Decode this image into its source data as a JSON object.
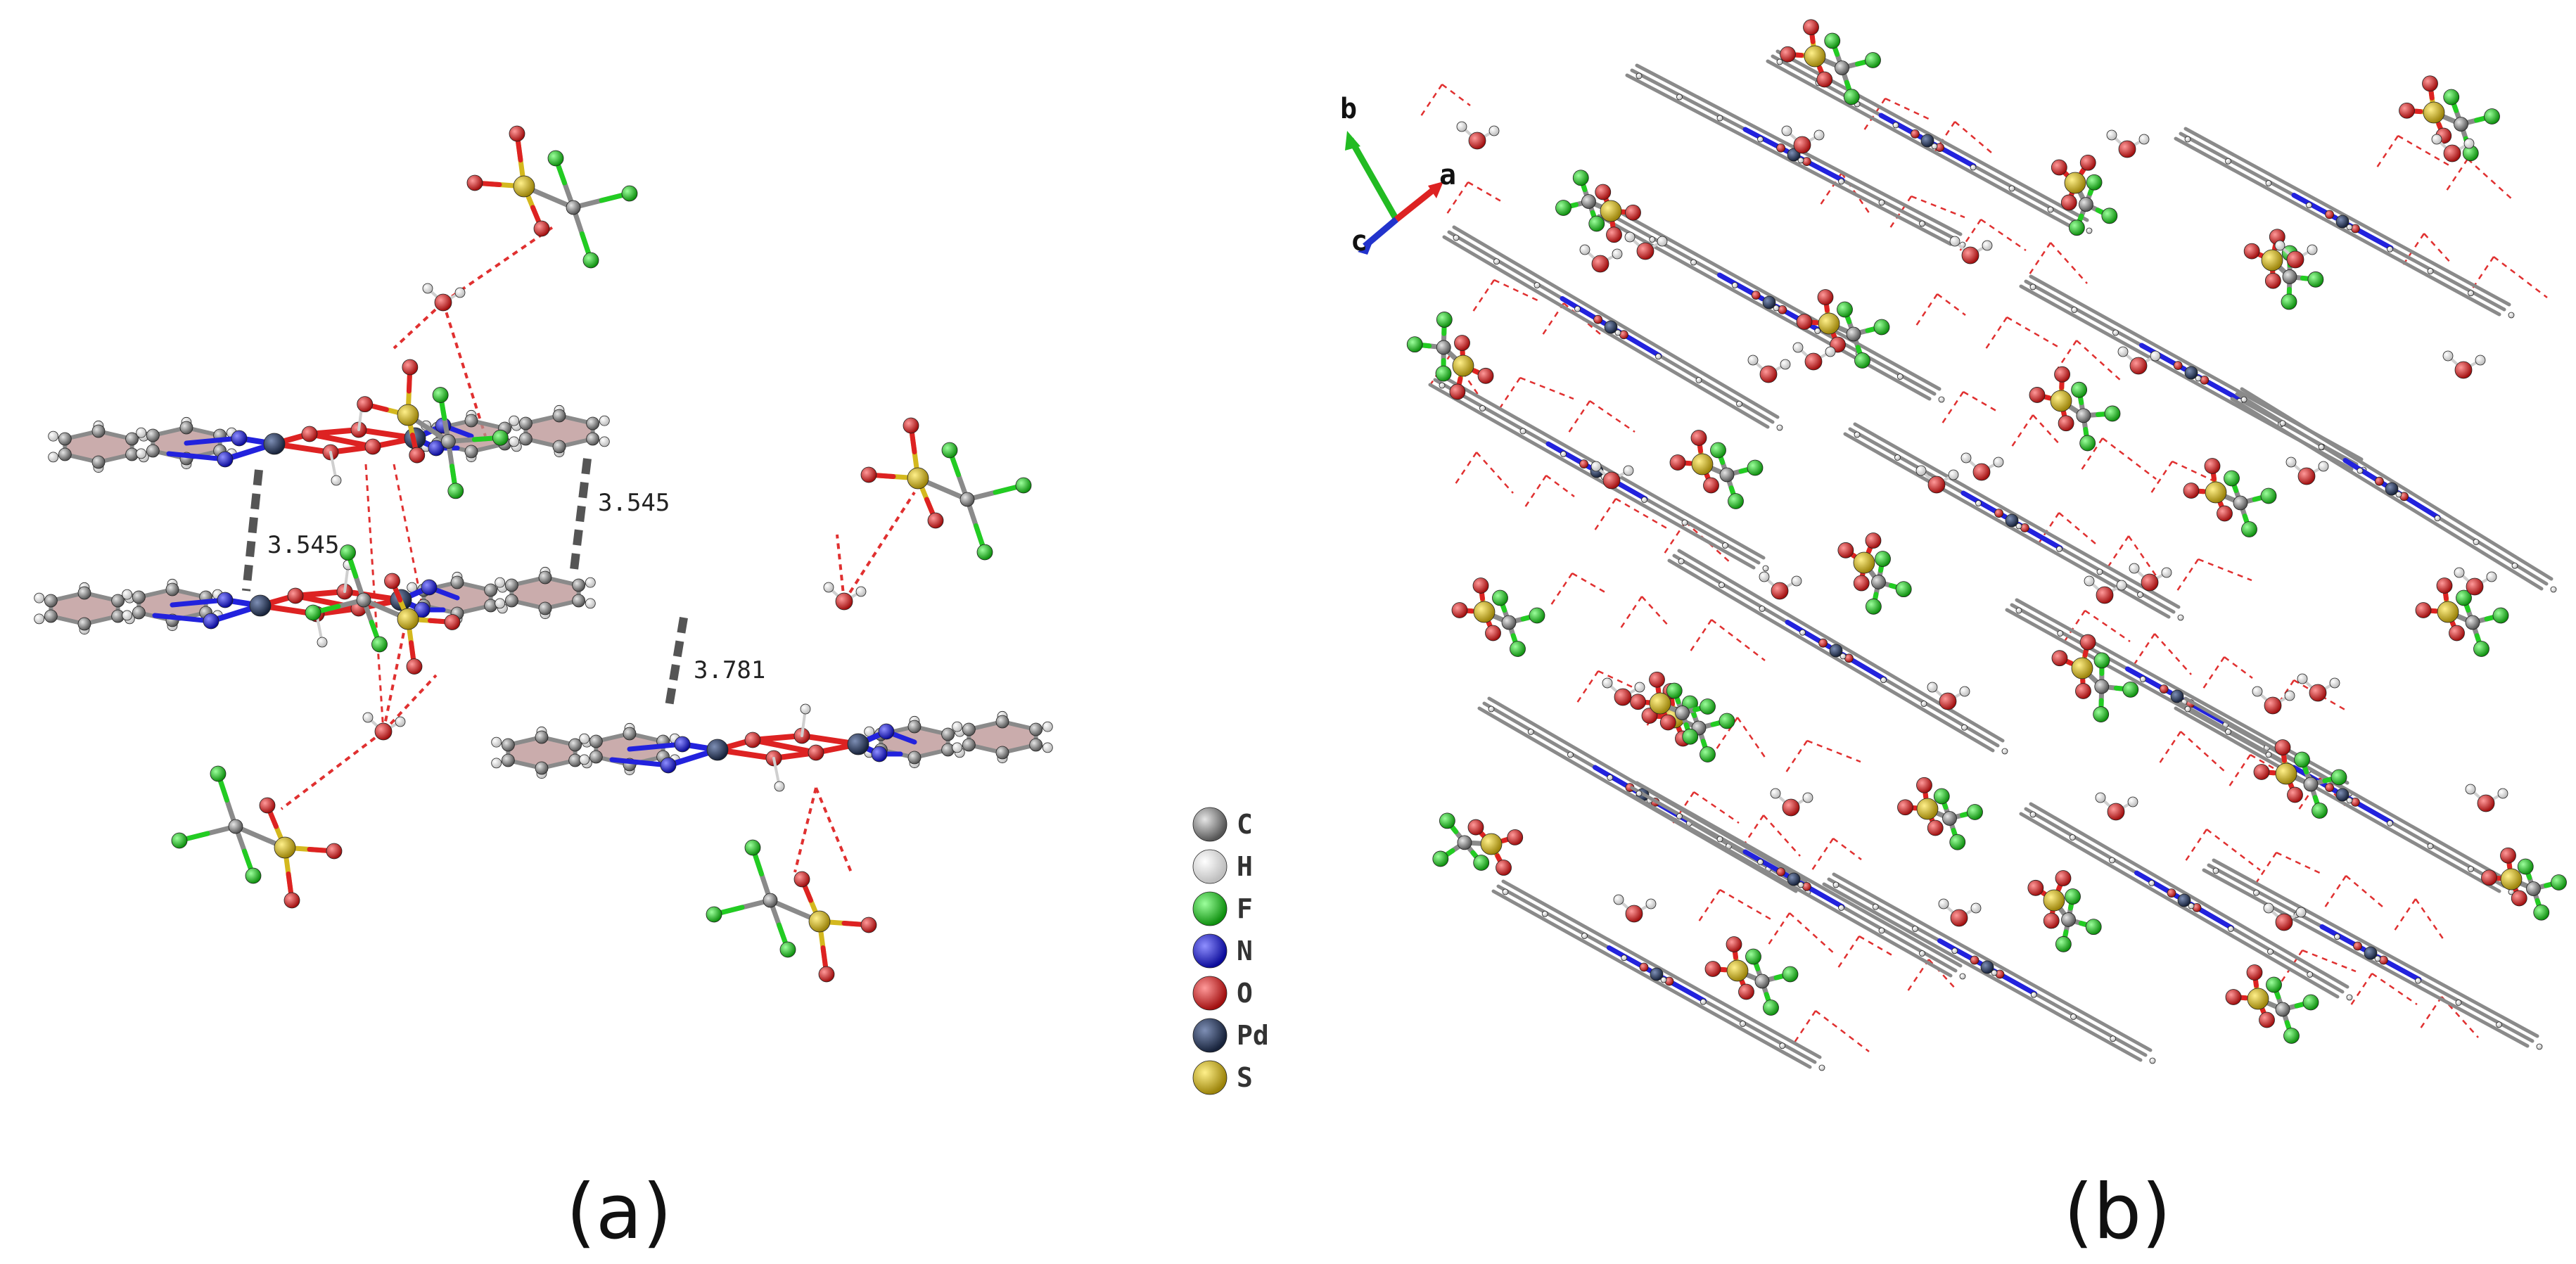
{
  "panels": [
    {
      "id": "a",
      "label": "(a)"
    },
    {
      "id": "b",
      "label": "(b)"
    }
  ],
  "distances": [
    "3.545",
    "3.545",
    "3.781"
  ],
  "legend": [
    {
      "symbol": "C",
      "color": "#8a8a8a"
    },
    {
      "symbol": "H",
      "color": "#f2f2f2"
    },
    {
      "symbol": "F",
      "color": "#22cc22"
    },
    {
      "symbol": "N",
      "color": "#2222dd"
    },
    {
      "symbol": "O",
      "color": "#dd2222"
    },
    {
      "symbol": "Pd",
      "color": "#2b3a5c"
    },
    {
      "symbol": "S",
      "color": "#d4b81e"
    }
  ],
  "axes": [
    {
      "label": "b",
      "color": "#22bb22"
    },
    {
      "label": "a",
      "color": "#dd2222"
    },
    {
      "label": "c",
      "color": "#2233cc"
    }
  ],
  "colors": {
    "carbon": "#8a8a8a",
    "ring_fill": "#b89090",
    "hydrogen": "#f2f2f2",
    "fluorine": "#22cc22",
    "nitrogen": "#2222dd",
    "oxygen": "#dd2222",
    "palladium": "#2b3a5c",
    "sulfur": "#d4b81e",
    "hbond": "#e03030",
    "stacking": "#555555"
  }
}
